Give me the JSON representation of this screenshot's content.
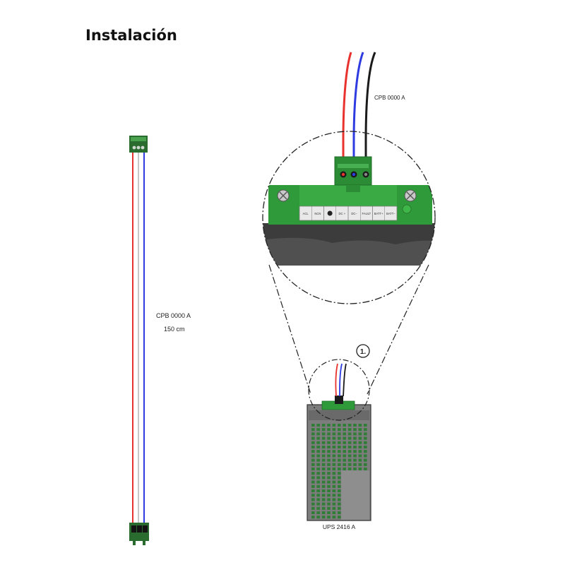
{
  "title": "Instalación",
  "cable": {
    "label": "CPB 0000 A",
    "length": "150 cm"
  },
  "top_cable_label": "CPB 0000 A",
  "device_label": "UPS 2416 A",
  "step_marker": "1.",
  "terminals": [
    "ACL",
    "NCN",
    "",
    "DC +",
    "DC−",
    "FAULT",
    "BATT+",
    "BATT−"
  ],
  "colors": {
    "red_wire": "#e8322e",
    "blue_wire": "#2d3be0",
    "black_wire": "#1a1a1a",
    "pcb_green": "#2f9a3a",
    "device_grey": "#7d7d7d"
  }
}
